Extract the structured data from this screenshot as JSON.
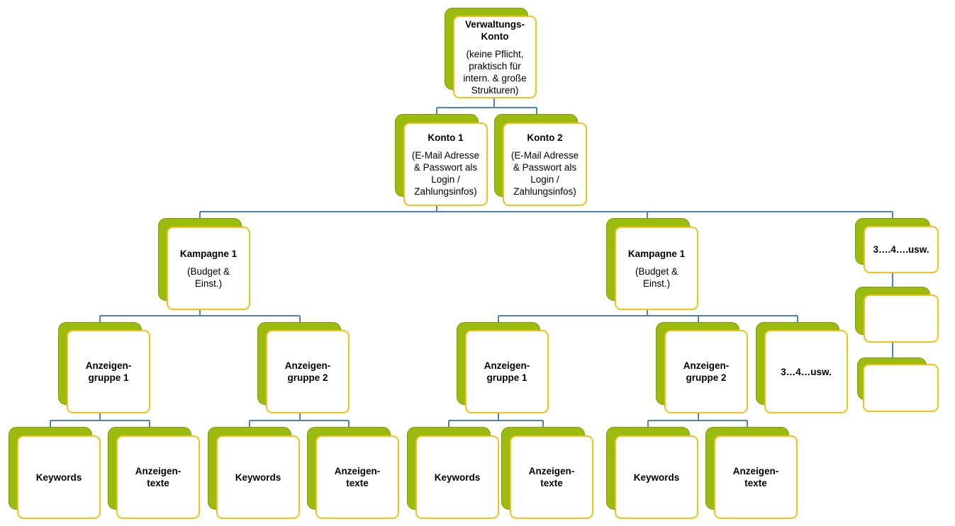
{
  "colors": {
    "connector": "#4f81bd",
    "shadow": "#9bbb0f",
    "card_border": "#f2c21b",
    "card_fill": "#ffffff"
  },
  "nodes": {
    "verwaltung": {
      "title": "Verwaltungs-\nKonto",
      "sub": "(keine Pflicht,\npraktisch für\nintern. & große\nStrukturen)"
    },
    "konto1": {
      "title": "Konto 1",
      "sub": "(E-Mail Adresse\n& Passwort als\nLogin /\nZahlungsinfos)"
    },
    "konto2": {
      "title": "Konto 2",
      "sub": "(E-Mail Adresse\n& Passwort als\nLogin /\nZahlungsinfos)"
    },
    "kampagne_a": {
      "title": "Kampagne 1",
      "sub": "(Budget &\nEinst.)"
    },
    "kampagne_b": {
      "title": "Kampagne 1",
      "sub": "(Budget &\nEinst.)"
    },
    "kampagne_more": {
      "title": "3….4….usw.",
      "sub": ""
    },
    "col_blank_1": {
      "title": "",
      "sub": ""
    },
    "col_blank_2": {
      "title": "",
      "sub": ""
    },
    "ag_a1": {
      "title": "Anzeigen-\ngruppe 1",
      "sub": ""
    },
    "ag_a2": {
      "title": "Anzeigen-\ngruppe 2",
      "sub": ""
    },
    "ag_b1": {
      "title": "Anzeigen-\ngruppe 1",
      "sub": ""
    },
    "ag_b2": {
      "title": "Anzeigen-\ngruppe 2",
      "sub": ""
    },
    "ag_more": {
      "title": "3…4…usw.",
      "sub": ""
    },
    "kw_a1": {
      "title": "Keywords",
      "sub": ""
    },
    "at_a1": {
      "title": "Anzeigen-\ntexte",
      "sub": ""
    },
    "kw_a2": {
      "title": "Keywords",
      "sub": ""
    },
    "at_a2": {
      "title": "Anzeigen-\ntexte",
      "sub": ""
    },
    "kw_b1": {
      "title": "Keywords",
      "sub": ""
    },
    "at_b1": {
      "title": "Anzeigen-\ntexte",
      "sub": ""
    },
    "kw_b2": {
      "title": "Keywords",
      "sub": ""
    },
    "at_b2": {
      "title": "Anzeigen-\ntexte",
      "sub": ""
    }
  }
}
